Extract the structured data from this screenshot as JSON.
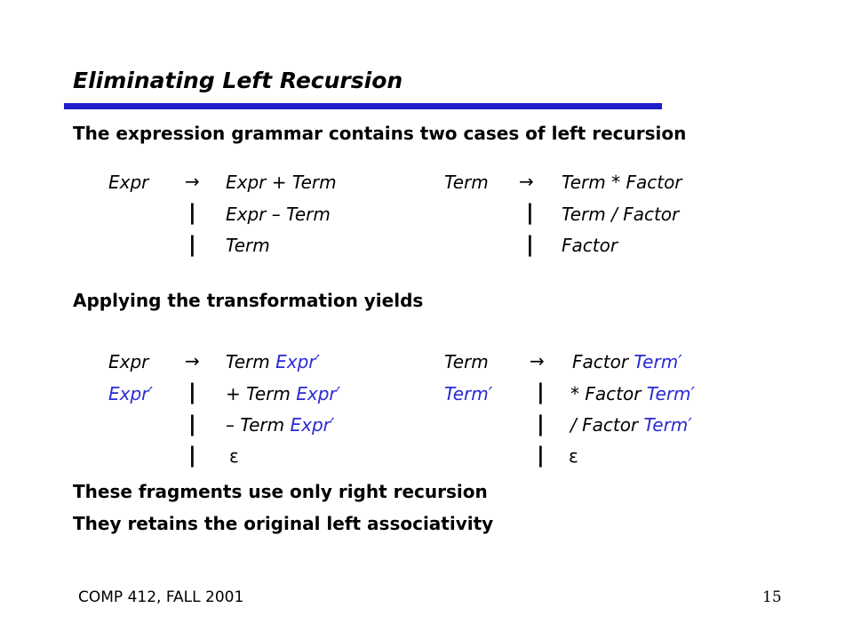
{
  "slide": {
    "title": "Eliminating Left Recursion",
    "intro": "The expression grammar contains two cases of left recursion",
    "original": {
      "left": {
        "lhs": "Expr",
        "arrow": "→",
        "r1": "Expr + Term",
        "bar": "|",
        "r2": "Expr – Term",
        "r3": "Term"
      },
      "right": {
        "lhs": "Term",
        "arrow": "→",
        "r1": "Term * Factor",
        "bar": "|",
        "r2": "Term / Factor",
        "r3": "Factor"
      }
    },
    "applying": "Applying the transformation yields",
    "transformed": {
      "left": {
        "lhs1": "Expr",
        "arrow": "→",
        "r1a": "Term ",
        "r1b": "Expr′",
        "lhs2": "Expr′",
        "bar": "|",
        "r2a": "+ Term ",
        "r2b": "Expr′",
        "r3a": "– Term ",
        "r3b": "Expr′",
        "eps": "ε"
      },
      "right": {
        "lhs1": "Term",
        "arrow": "→",
        "r1a": "Factor ",
        "r1b": "Term′",
        "lhs2": "Term′",
        "bar": "|",
        "r2a": "* Factor ",
        "r2b": "Term′",
        "r3a": "/ Factor ",
        "r3b": "Term′",
        "eps": "ε"
      }
    },
    "conclusion1": "These fragments use only right recursion",
    "conclusion2": "They retains the original left associativity",
    "footer": "COMP 412, FALL 2001",
    "page_number": "15"
  },
  "colors": {
    "accent": "#1f1fc8",
    "nonterminal_prime": "#2a2ad6",
    "text": "#000000"
  }
}
